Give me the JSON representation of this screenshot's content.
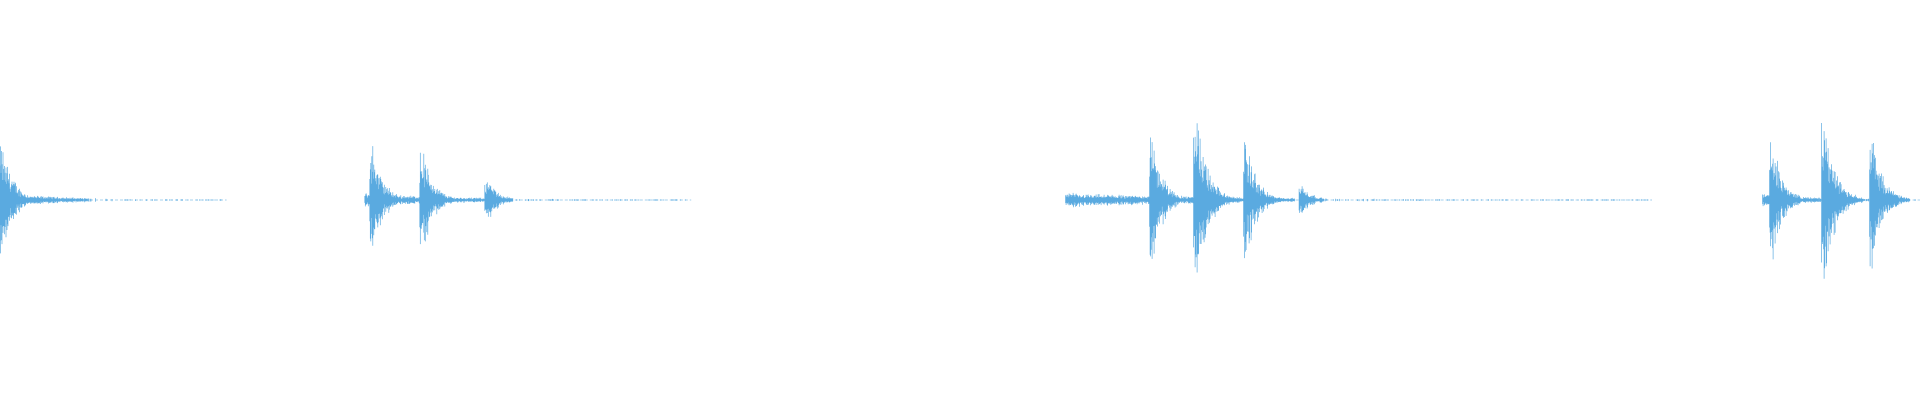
{
  "waveform": {
    "color": "#5aaae0",
    "background": "#ffffff",
    "events": [
      {
        "id": "burst-1",
        "start": 0.0,
        "end": 0.118,
        "peaks": [
          {
            "t": 0.001,
            "amp": 0.56
          },
          {
            "t": 0.004,
            "amp": 0.38
          }
        ]
      },
      {
        "id": "burst-2",
        "start": 0.19,
        "end": 0.36,
        "peaks": [
          {
            "t": 0.194,
            "amp": 0.57
          },
          {
            "t": 0.22,
            "amp": 0.54
          },
          {
            "t": 0.254,
            "amp": 0.22
          }
        ]
      },
      {
        "id": "burst-3",
        "start": 0.555,
        "end": 0.86,
        "peaks": [
          {
            "t": 0.6,
            "amp": 0.68
          },
          {
            "t": 0.623,
            "amp": 1.0
          },
          {
            "t": 0.649,
            "amp": 0.62
          },
          {
            "t": 0.678,
            "amp": 0.16
          }
        ]
      },
      {
        "id": "burst-4",
        "start": 0.918,
        "end": 1.0,
        "peaks": [
          {
            "t": 0.923,
            "amp": 0.62
          },
          {
            "t": 0.95,
            "amp": 0.93
          },
          {
            "t": 0.975,
            "amp": 0.68
          }
        ]
      }
    ]
  }
}
